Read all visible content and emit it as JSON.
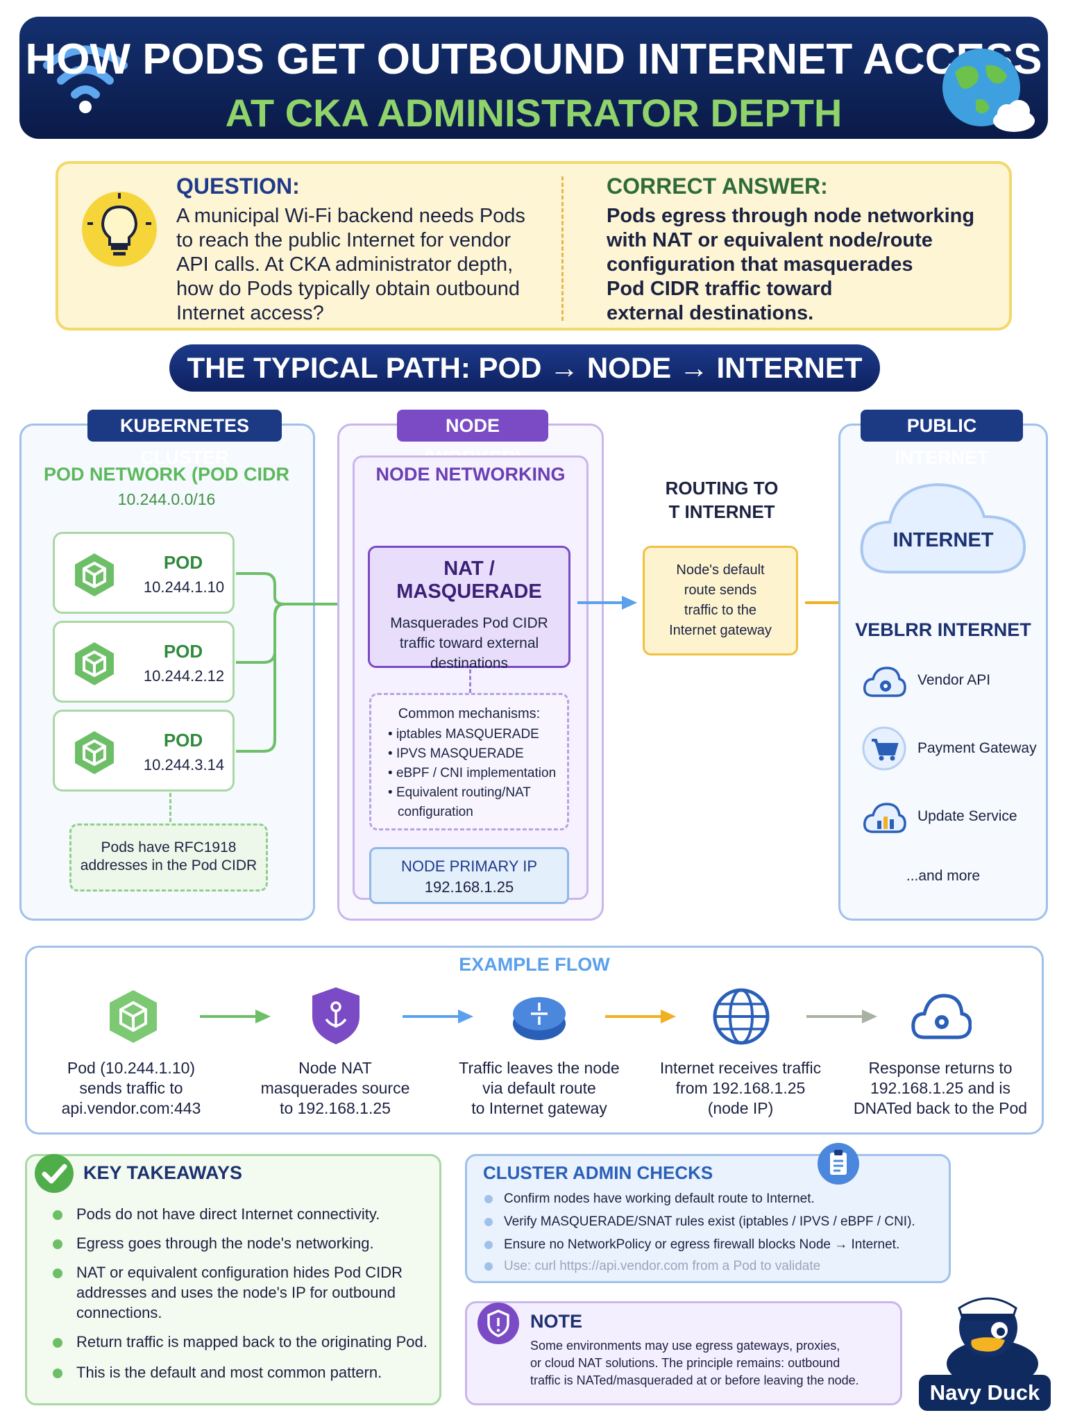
{
  "header": {
    "title_line1": "HOW PODS GET OUTBOUND INTERNET ACCESS",
    "title_line2": "AT CKA ADMINISTRATOR DEPTH"
  },
  "question": {
    "label": "QUESTION:",
    "lines": [
      "A municipal Wi-Fi backend needs Pods",
      "to reach the public Internet for vendor",
      "API calls. At CKA administrator depth,",
      "how do Pods typically obtain outbound",
      "Internet access?"
    ]
  },
  "answer": {
    "label": "CORRECT ANSWER:",
    "lines": [
      "Pods egress through node networking",
      "with NAT or equivalent node/route",
      "configuration that masquerades",
      "Pod CIDR traffic toward",
      "external destinations."
    ]
  },
  "path_banner": "THE TYPICAL PATH: POD → NODE → INTERNET",
  "cluster": {
    "tag": "KUBERNETES CLUSTER",
    "network_title": "POD NETWORK (POD CIDR",
    "network_cidr": "10.244.0.0/16",
    "pods": [
      {
        "label": "POD",
        "ip": "10.244.1.10"
      },
      {
        "label": "POD",
        "ip": "10.244.2.12"
      },
      {
        "label": "POD",
        "ip": "10.244.3.14"
      }
    ],
    "note_line1": "Pods have RFC1918",
    "note_line2": "addresses in the Pod CIDR"
  },
  "node": {
    "tag": "NODE (WORKER)",
    "networking_title": "NODE NETWORKING",
    "nat_title": "NAT / MASQUERADE",
    "nat_lines": [
      "Masquerades Pod CIDR",
      "traffic toward external",
      "destinations"
    ],
    "mechanisms_title": "Common mechanisms:",
    "mechanisms": [
      "iptables MASQUERADE",
      "IPVS MASQUERADE",
      "eBPF / CNI implementation",
      "Equivalent routing/NAT",
      "configuration"
    ],
    "primary_ip_label": "NODE PRIMARY IP",
    "primary_ip": "192.168.1.25"
  },
  "routing": {
    "title_line1": "ROUTING TO",
    "title_line2": "T INTERNET",
    "box_lines": [
      "Node's default",
      "route sends",
      "traffic to the",
      "Internet gateway"
    ]
  },
  "internet": {
    "tag": "PUBLIC INTERNET",
    "cloud_label": "INTERNET",
    "section_title": "VEBLRR INTERNET",
    "services": [
      {
        "name": "Vendor API",
        "icon": "cloud-gear-icon"
      },
      {
        "name": "Payment Gateway",
        "icon": "cart-icon"
      },
      {
        "name": "Update Service",
        "icon": "cloud-chart-icon"
      }
    ],
    "more": "...and more"
  },
  "example_flow": {
    "title": "EXAMPLE FLOW",
    "steps": [
      {
        "lines": [
          "Pod (10.244.1.10)",
          "sends traffic to",
          "api.vendor.com:443"
        ],
        "icon": "pod-cube-icon"
      },
      {
        "lines": [
          "Node NAT",
          "masquerades source",
          "to 192.168.1.25"
        ],
        "icon": "shield-icon"
      },
      {
        "lines": [
          "Traffic leaves the node",
          "via default route",
          "to Internet gateway"
        ],
        "icon": "router-icon"
      },
      {
        "lines": [
          "Internet receives traffic",
          "from 192.168.1.25",
          "(node IP)"
        ],
        "icon": "globe-icon"
      },
      {
        "lines": [
          "Response returns to",
          "192.168.1.25 and is",
          "DNATed back to the Pod"
        ],
        "icon": "cloud-gear-icon"
      }
    ]
  },
  "takeaways": {
    "title": "KEY TAKEAWAYS",
    "items": [
      [
        "Pods do not have direct Internet connectivity."
      ],
      [
        "Egress goes through the node's networking."
      ],
      [
        "NAT or equivalent configuration hides Pod CIDR",
        "addresses and uses the node's IP for outbound",
        "connections."
      ],
      [
        "Return traffic is mapped back to the originating Pod."
      ],
      [
        "This is the default and most common pattern."
      ]
    ]
  },
  "checks": {
    "title": "CLUSTER ADMIN CHECKS",
    "items": [
      "Confirm nodes have working default route to Internet.",
      "Verify MASQUERADE/SNAT rules exist (iptables / IPVS / eBPF / CNI).",
      "Ensure no NetworkPolicy or egress firewall blocks Node → Internet.",
      "Use: curl https://api.vendor.com from a Pod to validate"
    ]
  },
  "note": {
    "title": "NOTE",
    "lines": [
      "Some environments may use egress gateways, proxies,",
      "or cloud NAT solutions. The principle remains: outbound",
      "traffic is NATed/masqueraded at or before leaving the node."
    ]
  },
  "brand": "Navy Duck",
  "colors": {
    "navy": "#14306f",
    "green": "#5cb85c",
    "purple": "#7a4bc4",
    "blue": "#4a8fe0",
    "yellow": "#f3c232"
  }
}
